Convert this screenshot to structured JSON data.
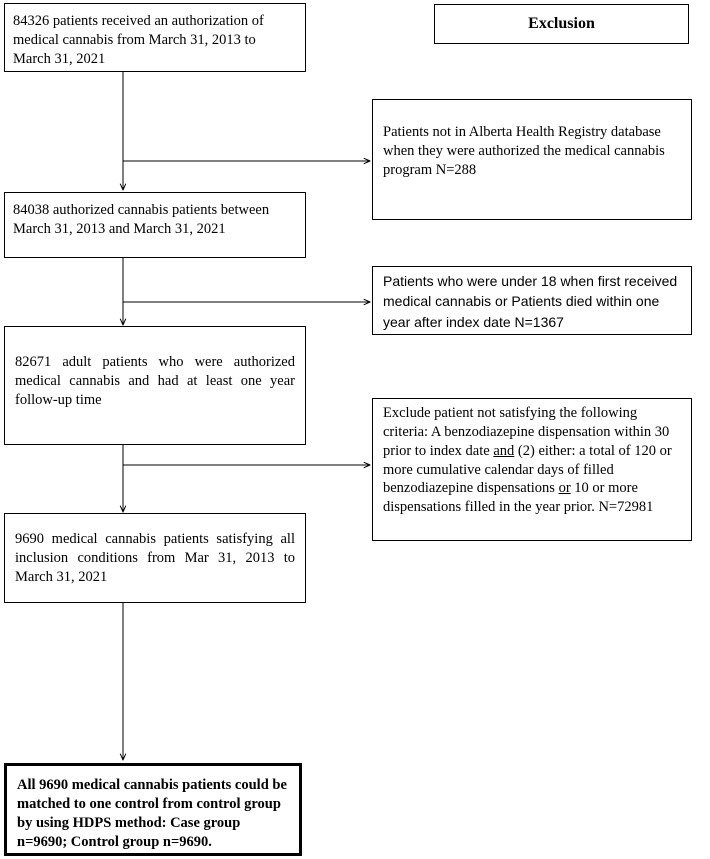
{
  "exclusion_header": "Exclusion",
  "boxes": {
    "b1": "84326 patients received an authorization of medical cannabis from March 31, 2013 to March 31, 2021",
    "b2": "84038 authorized cannabis patients between March 31, 2013 and March 31, 2021",
    "b3": "82671 adult patients who were authorized medical cannabis and had at least one year follow-up time",
    "b4": "9690 medical cannabis patients satisfying all inclusion conditions from Mar 31, 2013 to March 31, 2021",
    "b5": "All 9690 medical cannabis patients could be matched to one control from control group by using HDPS method: Case group n=9690; Control group n=9690."
  },
  "exclusions": {
    "e1": "Patients not in Alberta Health Registry database when they were authorized the medical cannabis program N=288",
    "e2": "Patients who were under 18 when first received medical cannabis or Patients died within one year after index date N=1367",
    "e3": {
      "p1": "Exclude patient not satisfying the following criteria: A benzodiazepine dispensation within 30 prior to index date ",
      "and": "and",
      "p2": " (2) either: a total of 120 or more cumulative calendar days of filled benzodiazepine dispensations ",
      "or": "or",
      "p3": " 10 or more dispensations filled in the year prior. N=72981"
    }
  }
}
